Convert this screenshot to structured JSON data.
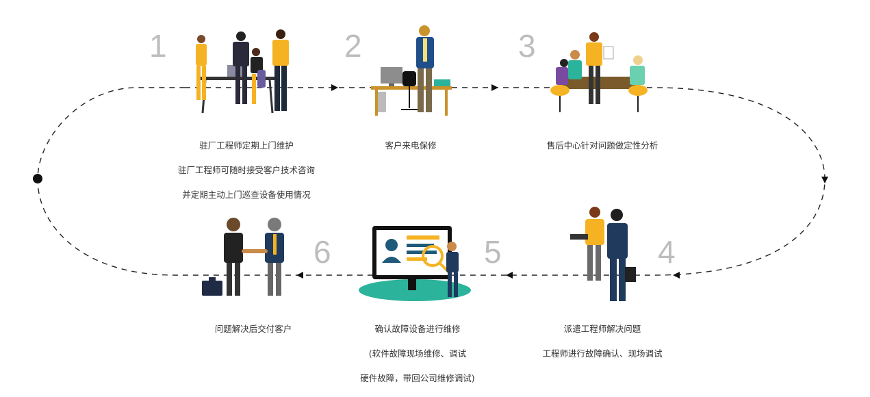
{
  "steps": [
    {
      "number": "1",
      "lines": [
        "驻厂工程师定期上门维护",
        "驻厂工程师可随时接受客户技术咨询",
        "并定期主动上门巡查设备使用情况"
      ]
    },
    {
      "number": "2",
      "lines": [
        "客户来电保修"
      ]
    },
    {
      "number": "3",
      "lines": [
        "售后中心针对问题做定性分析"
      ]
    },
    {
      "number": "4",
      "lines": [
        "派遣工程师解决问题",
        "工程师进行故障确认、现场调试"
      ]
    },
    {
      "number": "5",
      "lines": [
        "确认故障设备进行维修",
        "(软件故障现场维修、调试",
        "硬件故障，带回公司维修调试)"
      ]
    },
    {
      "number": "6",
      "lines": [
        "问题解决后交付客户"
      ]
    }
  ],
  "colors": {
    "accent": "#f5b324",
    "navy": "#1f3a5c",
    "teal": "#2bb39b",
    "line": "#222222"
  }
}
